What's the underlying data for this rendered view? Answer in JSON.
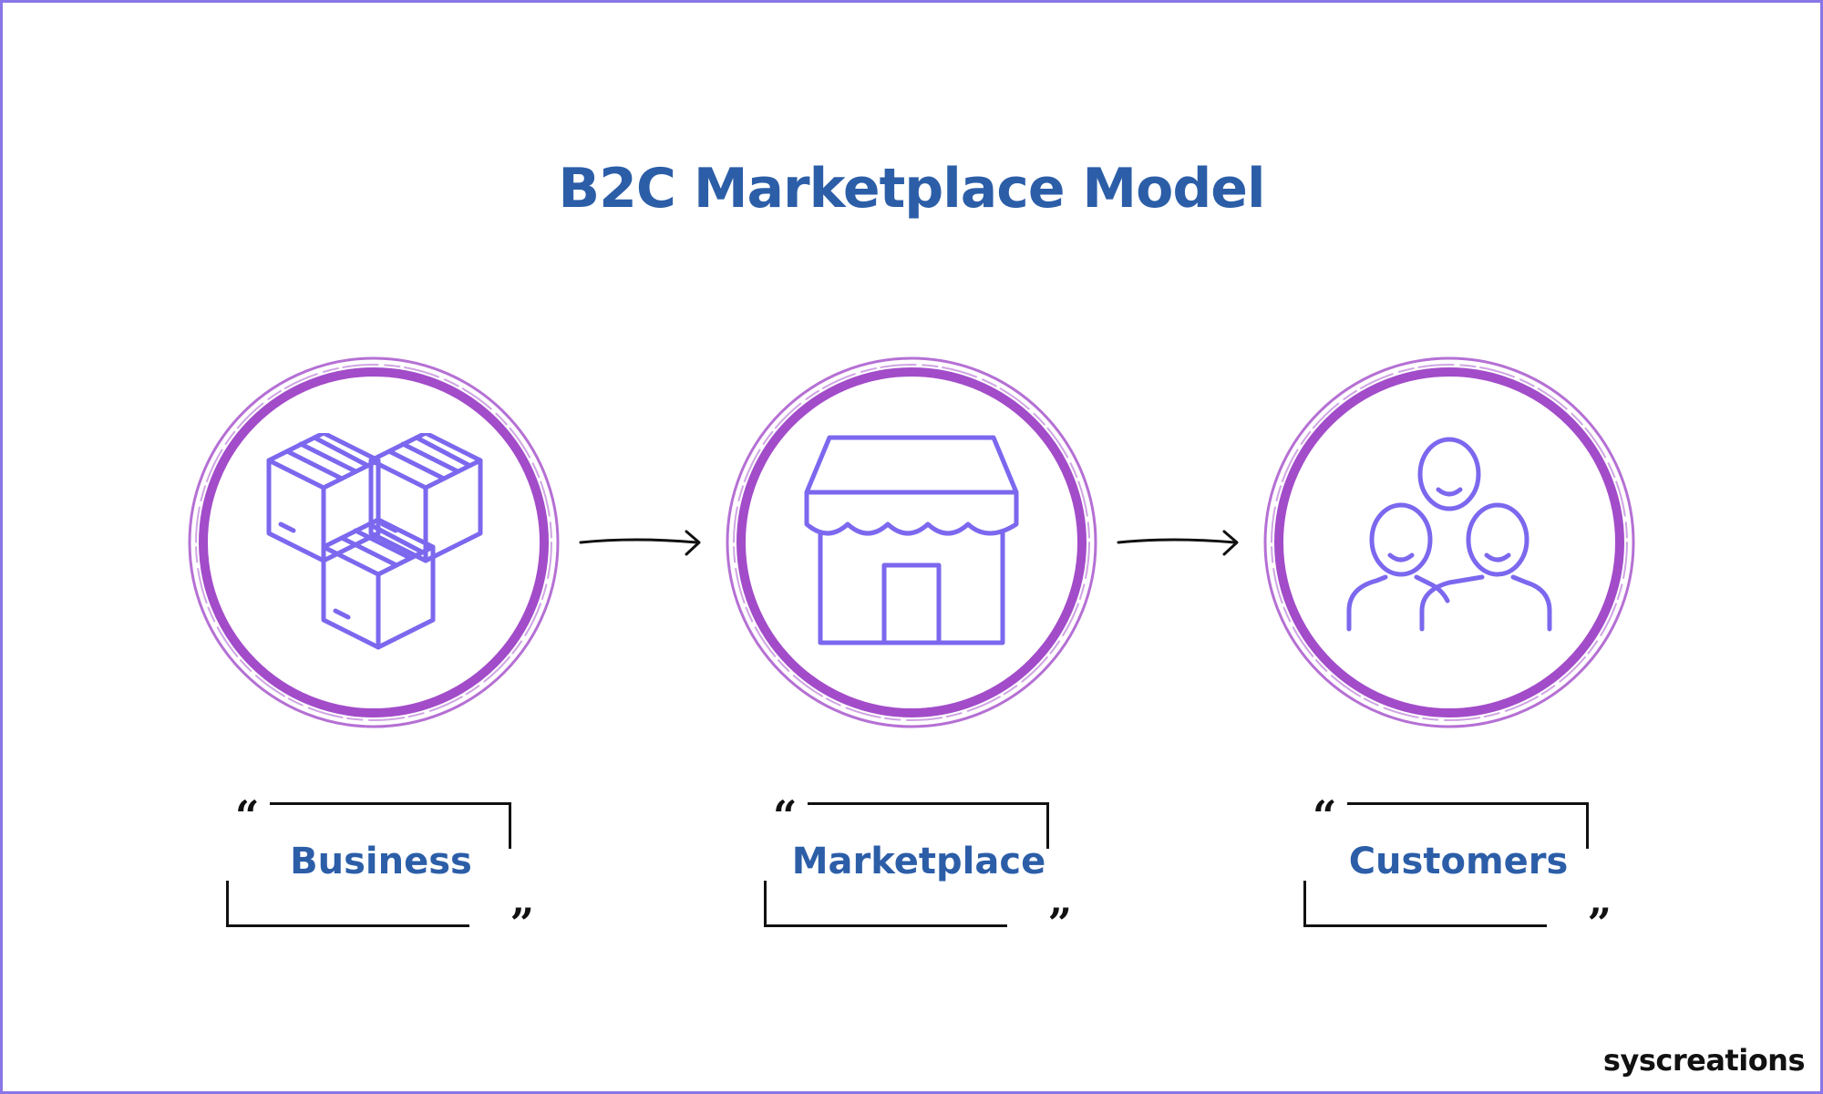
{
  "title": "B2C Marketplace Model",
  "nodes": [
    {
      "label": "Business",
      "icon": "boxes-icon"
    },
    {
      "label": "Marketplace",
      "icon": "storefront-icon"
    },
    {
      "label": "Customers",
      "icon": "people-icon"
    }
  ],
  "quote_open": "“",
  "quote_close": "”",
  "brand": "syscreations",
  "colors": {
    "title": "#2c5ea8",
    "ring": "#a24cc9",
    "icon": "#7b68ee",
    "frame": "#8a76e8"
  }
}
